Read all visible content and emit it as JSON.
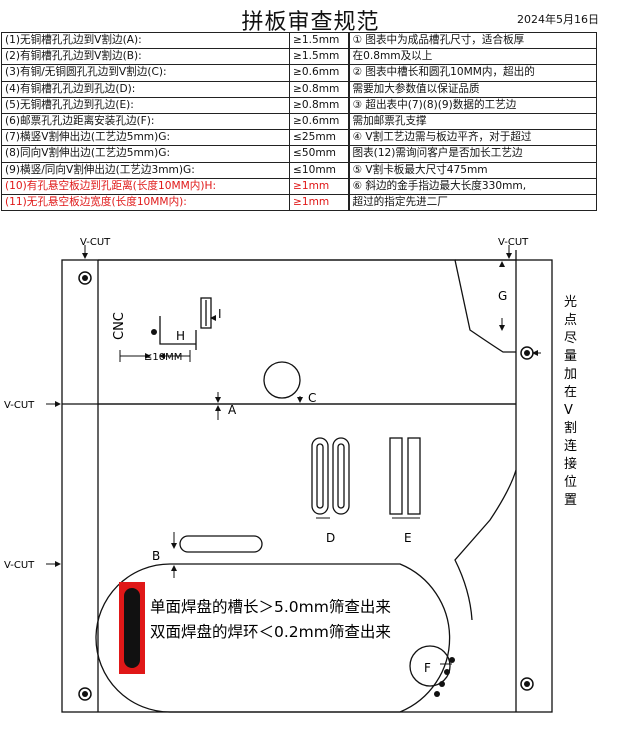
{
  "title": "拼板审查规范",
  "date": "2024年5月16日",
  "spec_rows": [
    {
      "label": "(1)无铜槽孔孔边到V割边(A):",
      "value": "≥1.5mm",
      "note": "① 图表中为成品槽孔尺寸，适合板厚",
      "red": false
    },
    {
      "label": "(2)有铜槽孔孔边到V割边(B):",
      "value": "≥1.5mm",
      "note": "在0.8mm及以上",
      "red": false
    },
    {
      "label": "(3)有铜/无铜圆孔孔边到V割边(C):",
      "value": "≥0.6mm",
      "note": "② 图表中槽长和圆孔10MM内，超出的",
      "red": false
    },
    {
      "label": "(4)有铜槽孔孔边到孔边(D):",
      "value": "≥0.8mm",
      "note": "需要加大参数值以保证品质",
      "red": false
    },
    {
      "label": "(5)无铜槽孔孔边到孔边(E):",
      "value": "≥0.8mm",
      "note": "③ 超出表中(7)(8)(9)数据的工艺边",
      "red": false
    },
    {
      "label": "(6)邮票孔孔边距离安装孔边(F):",
      "value": "≥0.6mm",
      "note": "需加邮票孔支撑",
      "red": false
    },
    {
      "label": "(7)横竖V割伸出边(工艺边5mm)G:",
      "value": "≤25mm",
      "note": "④ V割工艺边需与板边平齐，对于超过",
      "red": false
    },
    {
      "label": "(8)同向V割伸出边(工艺边5mm)G:",
      "value": "≤50mm",
      "note": "图表(12)需询问客户是否加长工艺边",
      "red": false
    },
    {
      "label": "(9)横竖/同向V割伸出边(工艺边3mm)G:",
      "value": "≤10mm",
      "note": "⑤ V割卡板最大尺寸475mm",
      "red": false
    },
    {
      "label": "(10)有孔悬空板边到孔距离(长度10MM内)H:",
      "value": "≥1mm",
      "note": "⑥ 斜边的金手指边最大长度330mm,",
      "red": true
    },
    {
      "label": "(11)无孔悬空板边宽度(长度10MM内):",
      "value": "≥1mm",
      "note": "超过的指定先进二厂",
      "red": true
    }
  ],
  "diagram": {
    "vcut_label": "V-CUT",
    "cnc_label": "CNC",
    "dim_10mm": "≤10MM",
    "letters": {
      "A": "A",
      "B": "B",
      "C": "C",
      "D": "D",
      "E": "E",
      "F": "F",
      "G": "G",
      "H": "H",
      "I": "I"
    },
    "side_note": [
      "光",
      "点",
      "尽",
      "量",
      "加",
      "在",
      "V",
      "割",
      "连",
      "接",
      "位",
      "置"
    ],
    "inner_note_1": "单面焊盘的槽长＞5.0mm筛查出来",
    "inner_note_2": "双面焊盘的焊环＜0.2mm筛查出来",
    "colors": {
      "red": "#e01818",
      "line": "#111111"
    }
  }
}
